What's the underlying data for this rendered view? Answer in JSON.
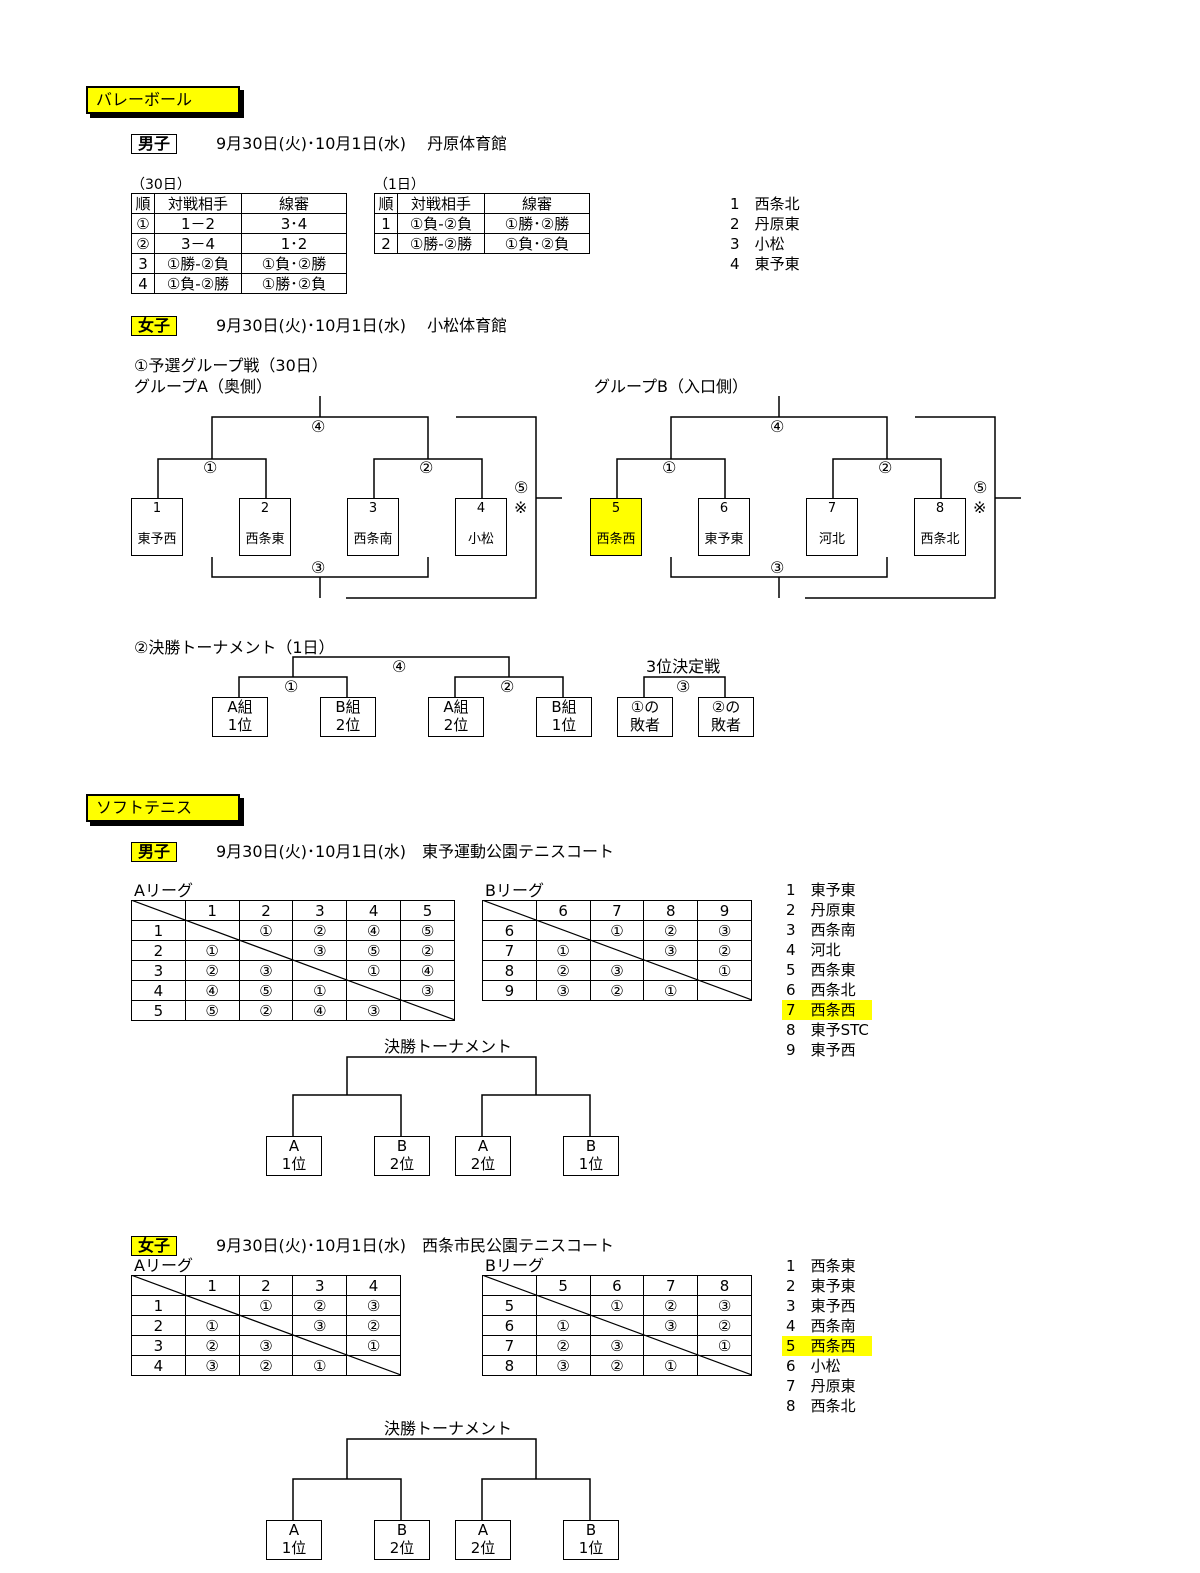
{
  "volleyball": {
    "title": "バレーボール",
    "men": {
      "tag": "男子",
      "info": "9月30日(火)･10月1日(水)　 丹原体育館",
      "day1_label": "（30日）",
      "day1_header": [
        "順",
        "対戦相手",
        "線審"
      ],
      "day1_rows": [
        [
          "①",
          "1－2",
          "3･4"
        ],
        [
          "②",
          "3－4",
          "1･2"
        ],
        [
          "3",
          "①勝-②負",
          "①負･②勝"
        ],
        [
          "4",
          "①負-②勝",
          "①勝･②負"
        ]
      ],
      "day2_label": "（1日）",
      "day2_header": [
        "順",
        "対戦相手",
        "線審"
      ],
      "day2_rows": [
        [
          "1",
          "①負-②負",
          "①勝･②勝"
        ],
        [
          "2",
          "①勝-②勝",
          "①負･②負"
        ]
      ],
      "participants": [
        [
          "1",
          "西条北"
        ],
        [
          "2",
          "丹原東"
        ],
        [
          "3",
          "小松"
        ],
        [
          "4",
          "東予東"
        ]
      ]
    },
    "women": {
      "tag": "女子",
      "info": "9月30日(火)･10月1日(水)　 小松体育館",
      "prelim_title": "①予選グループ戦（30日）",
      "groupA_title": "グループA（奥側）",
      "groupB_title": "グループB（入口側）",
      "groupA": [
        {
          "num": "1",
          "name": "東予西",
          "highlight": false
        },
        {
          "num": "2",
          "name": "西条東",
          "highlight": false
        },
        {
          "num": "3",
          "name": "西条南",
          "highlight": false
        },
        {
          "num": "4",
          "name": "小松",
          "highlight": false
        }
      ],
      "groupB": [
        {
          "num": "5",
          "name": "西条西",
          "highlight": true
        },
        {
          "num": "6",
          "name": "東予東",
          "highlight": false
        },
        {
          "num": "7",
          "name": "河北",
          "highlight": false
        },
        {
          "num": "8",
          "name": "西条北",
          "highlight": false
        }
      ],
      "match_marks": {
        "m1": "①",
        "m2": "②",
        "m3": "③",
        "m4": "④",
        "m5": "⑤",
        "note": "※"
      },
      "final_title": "②決勝トーナメント（1日）",
      "final_boxes": [
        [
          "A組",
          "1位"
        ],
        [
          "B組",
          "2位"
        ],
        [
          "A組",
          "2位"
        ],
        [
          "B組",
          "1位"
        ]
      ],
      "third_title": "3位決定戦",
      "third_boxes": [
        [
          "①の",
          "敗者"
        ],
        [
          "②の",
          "敗者"
        ]
      ]
    }
  },
  "softtennis": {
    "title": "ソフトテニス",
    "men": {
      "tag": "男子",
      "info": "9月30日(火)･10月1日(水)　東予運動公園テニスコート",
      "leagueA_title": "Aリーグ",
      "leagueA_cols": [
        "1",
        "2",
        "3",
        "4",
        "5"
      ],
      "leagueA_rows": [
        [
          "1",
          "",
          "①",
          "②",
          "④",
          "⑤"
        ],
        [
          "2",
          "①",
          "",
          "③",
          "⑤",
          "②"
        ],
        [
          "3",
          "②",
          "③",
          "",
          "①",
          "④"
        ],
        [
          "4",
          "④",
          "⑤",
          "①",
          "",
          "③"
        ],
        [
          "5",
          "⑤",
          "②",
          "④",
          "③",
          ""
        ]
      ],
      "leagueB_title": "Bリーグ",
      "leagueB_cols": [
        "6",
        "7",
        "8",
        "9"
      ],
      "leagueB_rows": [
        [
          "6",
          "",
          "①",
          "②",
          "③"
        ],
        [
          "7",
          "①",
          "",
          "③",
          "②"
        ],
        [
          "8",
          "②",
          "③",
          "",
          "①"
        ],
        [
          "9",
          "③",
          "②",
          "①",
          ""
        ]
      ],
      "participants": [
        {
          "num": "1",
          "name": "東予東",
          "highlight": false
        },
        {
          "num": "2",
          "name": "丹原東",
          "highlight": false
        },
        {
          "num": "3",
          "name": "西条南",
          "highlight": false
        },
        {
          "num": "4",
          "name": "河北",
          "highlight": false
        },
        {
          "num": "5",
          "name": "西条東",
          "highlight": false
        },
        {
          "num": "6",
          "name": "西条北",
          "highlight": false
        },
        {
          "num": "7",
          "name": "西条西",
          "highlight": true
        },
        {
          "num": "8",
          "name": "東予STC",
          "highlight": false
        },
        {
          "num": "9",
          "name": "東予西",
          "highlight": false
        }
      ],
      "final_title": "決勝トーナメント",
      "final_boxes": [
        [
          "A",
          "1位"
        ],
        [
          "B",
          "2位"
        ],
        [
          "A",
          "2位"
        ],
        [
          "B",
          "1位"
        ]
      ]
    },
    "women": {
      "tag": "女子",
      "info": "9月30日(火)･10月1日(水)　西条市民公園テニスコート",
      "leagueA_title": "Aリーグ",
      "leagueA_cols": [
        "1",
        "2",
        "3",
        "4"
      ],
      "leagueA_rows": [
        [
          "1",
          "",
          "①",
          "②",
          "③"
        ],
        [
          "2",
          "①",
          "",
          "③",
          "②"
        ],
        [
          "3",
          "②",
          "③",
          "",
          "①"
        ],
        [
          "4",
          "③",
          "②",
          "①",
          ""
        ]
      ],
      "leagueB_title": "Bリーグ",
      "leagueB_cols": [
        "5",
        "6",
        "7",
        "8"
      ],
      "leagueB_rows": [
        [
          "5",
          "",
          "①",
          "②",
          "③"
        ],
        [
          "6",
          "①",
          "",
          "③",
          "②"
        ],
        [
          "7",
          "②",
          "③",
          "",
          "①"
        ],
        [
          "8",
          "③",
          "②",
          "①",
          ""
        ]
      ],
      "participants": [
        {
          "num": "1",
          "name": "西条東",
          "highlight": false
        },
        {
          "num": "2",
          "name": "東予東",
          "highlight": false
        },
        {
          "num": "3",
          "name": "東予西",
          "highlight": false
        },
        {
          "num": "4",
          "name": "西条南",
          "highlight": false
        },
        {
          "num": "5",
          "name": "西条西",
          "highlight": true
        },
        {
          "num": "6",
          "name": "小松",
          "highlight": false
        },
        {
          "num": "7",
          "name": "丹原東",
          "highlight": false
        },
        {
          "num": "8",
          "name": "西条北",
          "highlight": false
        }
      ],
      "final_title": "決勝トーナメント",
      "final_boxes": [
        [
          "A",
          "1位"
        ],
        [
          "B",
          "2位"
        ],
        [
          "A",
          "2位"
        ],
        [
          "B",
          "1位"
        ]
      ]
    }
  }
}
